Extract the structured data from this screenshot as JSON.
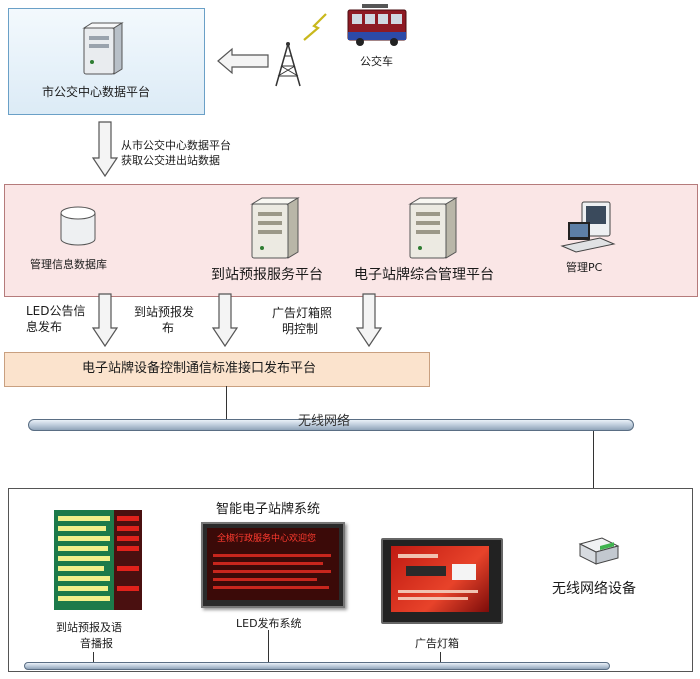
{
  "top": {
    "platform_label": "市公交中心数据平台",
    "bus_label": "公交车"
  },
  "transfer": {
    "line1": "从市公交中心数据平台",
    "line2": "获取公交进出站数据"
  },
  "middle": {
    "db_label": "管理信息数据库",
    "forecast_label": "到站预报服务平台",
    "sign_mgmt_label": "电子站牌综合管理平台",
    "pc_label": "管理PC"
  },
  "publish": {
    "led_line1": "LED公告信",
    "led_line2": "息发布",
    "arrival_line1": "到站预报发",
    "arrival_line2": "布",
    "light_line1": "广告灯箱照",
    "light_line2": "明控制"
  },
  "interface_label": "电子站牌设备控制通信标准接口发布平台",
  "network_label": "无线网络",
  "bottom": {
    "system_title": "智能电子站牌系统",
    "arrival_display_line1": "到站预报及语",
    "arrival_display_line2": "音播报",
    "led_system_label": "LED发布系统",
    "lightbox_label": "广告灯箱",
    "wireless_device_label": "无线网络设备",
    "led_screen_text": "全椒行政服务中心欢迎您"
  },
  "colors": {
    "top_border": "#6aa0c7",
    "middle_fill": "#fae6e6",
    "interface_fill": "#fbe3cd",
    "led_red": "#e0221b"
  }
}
